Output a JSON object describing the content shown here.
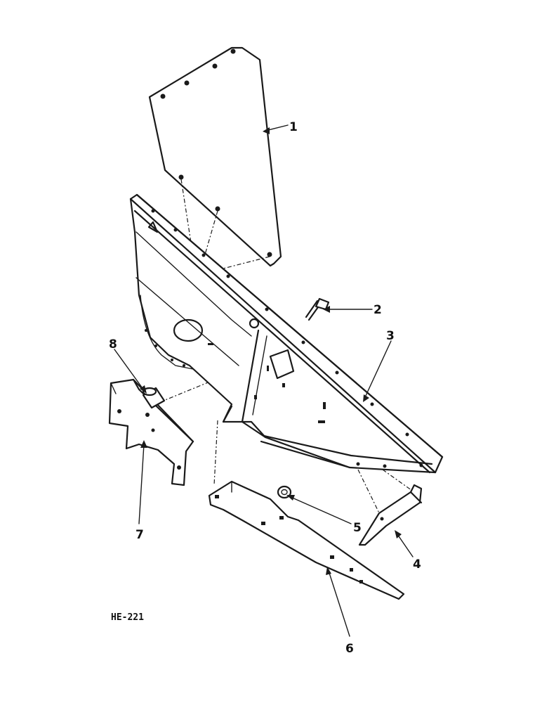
{
  "figure_id": "HE-221",
  "callouts": [
    {
      "id": "1",
      "label": "1"
    },
    {
      "id": "2",
      "label": "2"
    },
    {
      "id": "3",
      "label": "3"
    },
    {
      "id": "4",
      "label": "4"
    },
    {
      "id": "5",
      "label": "5"
    },
    {
      "id": "6",
      "label": "6"
    },
    {
      "id": "7",
      "label": "7"
    },
    {
      "id": "8",
      "label": "8"
    }
  ],
  "colors": {
    "ink": "#1a1a1a",
    "paper": "#ffffff"
  }
}
